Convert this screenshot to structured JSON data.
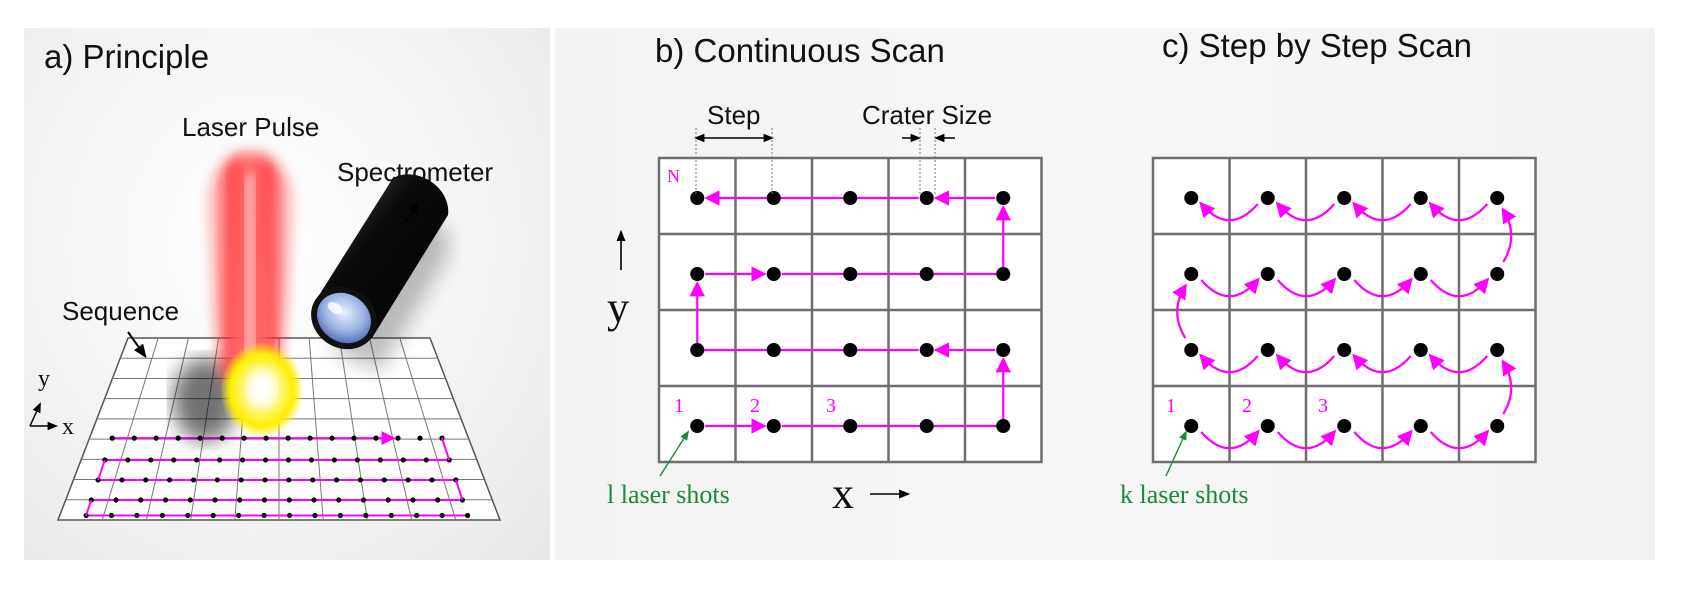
{
  "panels": {
    "a": {
      "title": "a) Principle",
      "laser_label": "Laser Pulse",
      "spectrometer_label": "Spectrometer",
      "sequence_label": "Sequence",
      "axis_y": "y",
      "axis_x": "x"
    },
    "b": {
      "title": "b) Continuous Scan",
      "step_label": "Step",
      "crater_label": "Crater Size",
      "axis_y": "y",
      "axis_x": "x",
      "corner_n": "N",
      "num1": "1",
      "num2": "2",
      "num3": "3",
      "shots_label": "l laser shots"
    },
    "c": {
      "title": "c) Step by Step Scan",
      "num1": "1",
      "num2": "2",
      "num3": "3",
      "shots_label": "k laser shots"
    }
  },
  "colors": {
    "scan_path": "#ff00ff",
    "grid_line": "#6e6e6e",
    "shot_dot": "#000000",
    "annotation": "#1a8a3a",
    "laser": "#ff1a1a",
    "plasma": "#ffee00"
  }
}
